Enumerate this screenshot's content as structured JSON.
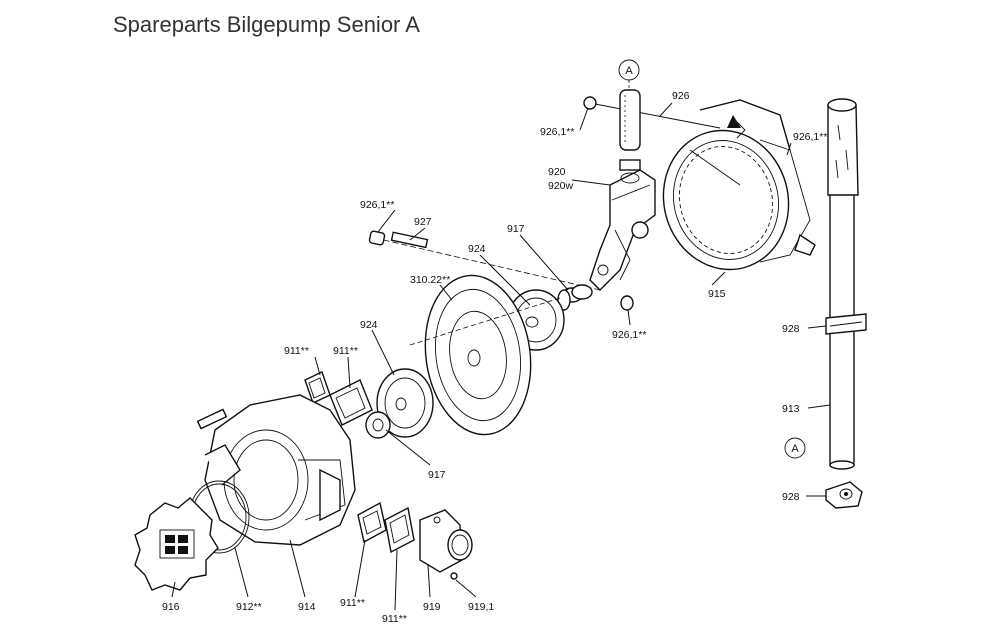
{
  "title": "Spareparts Bilgepump Senior A",
  "callouts": {
    "circle_a": "A",
    "circle_a2": "A",
    "p926": "926",
    "p926_1_top": "926,1**",
    "p926_1_right": "926,1**",
    "p920": "920",
    "p920w": "920w",
    "p926_1_left": "926,1**",
    "p927": "927",
    "p917_top": "917",
    "p924_top": "924",
    "p310_22": "310.22**",
    "p915": "915",
    "p926_1_mid": "926,1**",
    "p924_mid": "924",
    "p911_a": "911**",
    "p911_b": "911**",
    "p928_top": "928",
    "p913": "913",
    "p917_bottom": "917",
    "p928_bottom": "928",
    "p916": "916",
    "p912": "912**",
    "p914": "914",
    "p911_c": "911**",
    "p911_d": "911**",
    "p919": "919",
    "p919_1": "919,1"
  }
}
